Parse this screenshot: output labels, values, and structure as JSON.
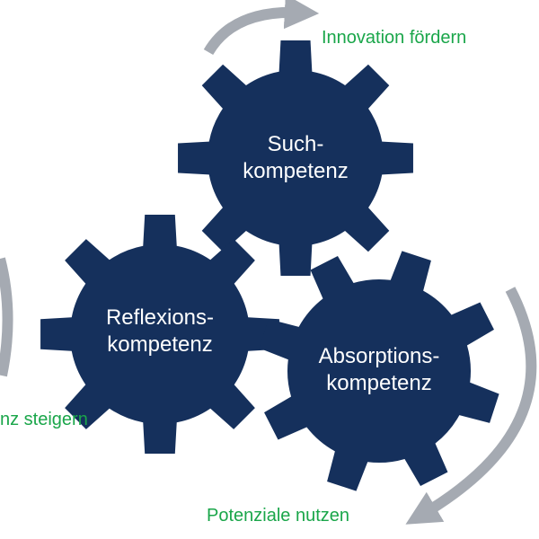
{
  "colors": {
    "gear": "#15305c",
    "arrow": "#a5aab2",
    "outcome_text": "#1aa64a",
    "gear_text": "#ffffff"
  },
  "gears": {
    "search": {
      "line1": "Such-",
      "line2": "kompetenz"
    },
    "reflection": {
      "line1": "Reflexions-",
      "line2": "kompetenz"
    },
    "absorption": {
      "line1": "Absorptions-",
      "line2": "kompetenz"
    }
  },
  "outcomes": {
    "innovation": "Innovation fördern",
    "potential": "Potenziale nutzen",
    "increase": "nz steigern"
  },
  "icons": {
    "arrow_top": "curved-arrow-icon",
    "arrow_right": "curved-arrow-icon",
    "arrow_left": "curved-arrow-icon"
  }
}
